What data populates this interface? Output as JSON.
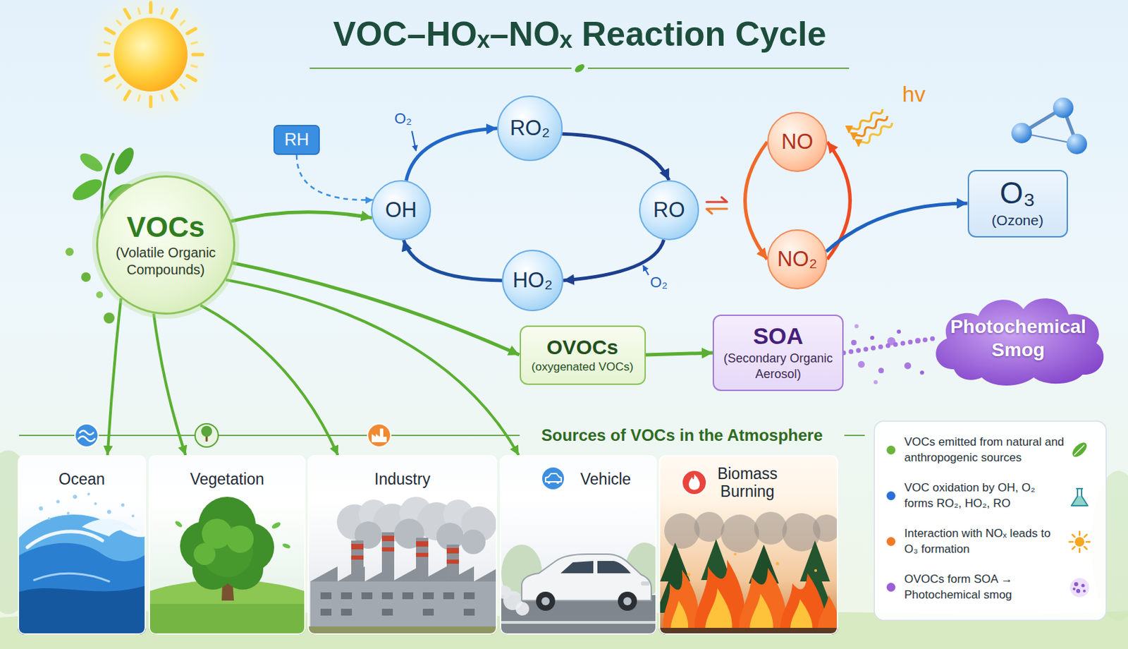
{
  "diagram": {
    "title": "VOC–HOₓ–NOₓ Reaction Cycle",
    "nodes": [
      {
        "text": [
          "VOCs",
          "(Volatile Organic Compounds)"
        ]
      },
      {
        "text": [
          "RH"
        ]
      },
      {
        "text": [
          "OH"
        ]
      },
      {
        "text": [
          "RO₂"
        ]
      },
      {
        "text": [
          "RO"
        ]
      },
      {
        "text": [
          "HO₂"
        ]
      },
      {
        "text": [
          "NO"
        ]
      },
      {
        "text": [
          "NO₂"
        ]
      },
      {
        "text": [
          "O₃",
          "(Ozone)"
        ]
      },
      {
        "text": [
          "OVOCs",
          "(oxygenated VOCs)"
        ]
      },
      {
        "text": [
          "SOA",
          "(Secondary Organic Aerosol)"
        ]
      },
      {
        "text": [
          "Photochemical Smog"
        ]
      },
      {
        "text": [
          "Ocean"
        ]
      },
      {
        "text": [
          "Vegetation"
        ]
      },
      {
        "text": [
          "Industry"
        ]
      },
      {
        "text": [
          "Vehicle"
        ]
      },
      {
        "text": [
          "Biomass Burning"
        ]
      }
    ],
    "edges": [
      {
        "from": 0,
        "to": 2,
        "arrow": "to"
      },
      {
        "from": 1,
        "to": 2,
        "arrow": "to"
      },
      {
        "from": 2,
        "to": 3,
        "arrow": "to"
      },
      {
        "from": 3,
        "to": 4,
        "arrow": "to"
      },
      {
        "from": 4,
        "to": 5,
        "arrow": "to"
      },
      {
        "from": 5,
        "to": 2,
        "arrow": "to"
      },
      {
        "from": 6,
        "to": 7,
        "arrow": "to"
      },
      {
        "from": 7,
        "to": 6,
        "arrow": "to"
      },
      {
        "from": 7,
        "to": 8,
        "arrow": "to"
      },
      {
        "from": 0,
        "to": 9,
        "arrow": "to"
      },
      {
        "from": 9,
        "to": 10,
        "arrow": "to"
      },
      {
        "from": 10,
        "to": 11,
        "arrow": "none"
      },
      {
        "from": 0,
        "to": 12,
        "arrow": "to"
      },
      {
        "from": 0,
        "to": 13,
        "arrow": "to"
      },
      {
        "from": 0,
        "to": 14,
        "arrow": "to"
      },
      {
        "from": 0,
        "to": 15,
        "arrow": "to"
      }
    ],
    "labels": [
      "O₂",
      "O₂",
      "hv",
      "Sources of VOCs in the Atmosphere"
    ],
    "legend": [
      {
        "text": "VOCs emitted from natural and anthropogenic sources",
        "color": "#6ab43e"
      },
      {
        "text": "VOC oxidation by OH, O₂ forms RO₂, HO₂, RO",
        "color": "#2a6fd6"
      },
      {
        "text": "Interaction with NOₓ leads to O₃ formation",
        "color": "#f07a28"
      },
      {
        "text": "OVOCs form SOA → Photochemical smog",
        "color": "#9b5fd6"
      }
    ]
  }
}
